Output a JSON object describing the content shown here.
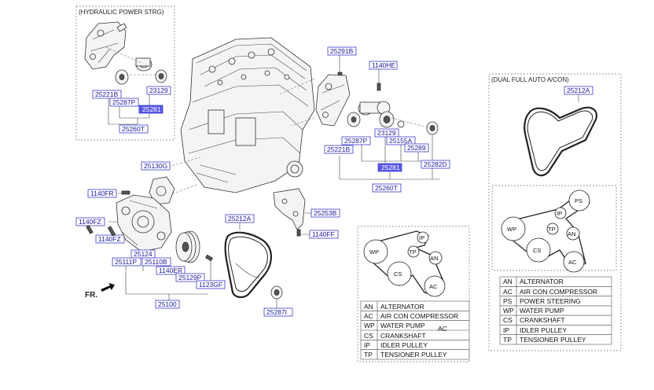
{
  "captions": {
    "hydraulic": "(HYDRAULIC POWER STRG)",
    "dual": "(DUAL FULL AUTO A/CON)",
    "front": "FR."
  },
  "parts": {
    "p25221B_a": "25221B",
    "p25287P": "25287P",
    "p25281_a": "25281",
    "p23129_a": "23129",
    "p25260T_a": "25260T",
    "p25291B": "25291B",
    "p1140HE": "1140HE",
    "p23129_b": "23129",
    "p25287P_b": "25287P",
    "p25155A": "25155A",
    "p25289": "25289",
    "p25221B_b": "25221B",
    "p25281_b": "25281",
    "p25282D": "25282D",
    "p25260T_b": "25260T",
    "p25212A_a": "25212A",
    "p25130G": "25130G",
    "p1140FR": "1140FR",
    "p1140FZ_a": "1140FZ",
    "p1140FZ_b": "1140FZ",
    "p25253B": "25253B",
    "p1140FF": "1140FF",
    "p25212A_b": "25212A",
    "p25124": "25124",
    "p25111P": "25111P",
    "p25110B": "25110B",
    "p1140ER": "1140ER",
    "p25129P": "25129P",
    "p1123GF": "1123GF",
    "p25100": "25100",
    "p25287I": "25287I"
  },
  "pulleys_left": {
    "wp": "WP",
    "ip": "IP",
    "tp": "TP",
    "an": "AN",
    "cs": "CS",
    "ac": "AC"
  },
  "pulleys_right": {
    "ps": "PS",
    "ip": "IP",
    "wp": "WP",
    "tp": "TP",
    "an": "AN",
    "cs": "CS",
    "ac": "AC"
  },
  "legend_left": [
    {
      "code": "AN",
      "desc": "ALTERNATOR"
    },
    {
      "code": "AC",
      "desc": "AIR CON COMPRESSOR"
    },
    {
      "code": "WP",
      "desc": "WATER PUMP"
    },
    {
      "code": "CS",
      "desc": "CRANKSHAFT"
    },
    {
      "code": "IP",
      "desc": "IDLER PULLEY"
    },
    {
      "code": "TP",
      "desc": "TENSIONER PULLEY"
    }
  ],
  "legend_left_extra": "AC",
  "legend_right": [
    {
      "code": "AN",
      "desc": "ALTERNATOR"
    },
    {
      "code": "AC",
      "desc": "AIR CON COMPRESSOR"
    },
    {
      "code": "PS",
      "desc": "POWER STEERING"
    },
    {
      "code": "WP",
      "desc": "WATER PUMP"
    },
    {
      "code": "CS",
      "desc": "CRANKSHAFT"
    },
    {
      "code": "IP",
      "desc": "IDLER PULLEY"
    },
    {
      "code": "TP",
      "desc": "TENSIONER PULLEY"
    }
  ]
}
